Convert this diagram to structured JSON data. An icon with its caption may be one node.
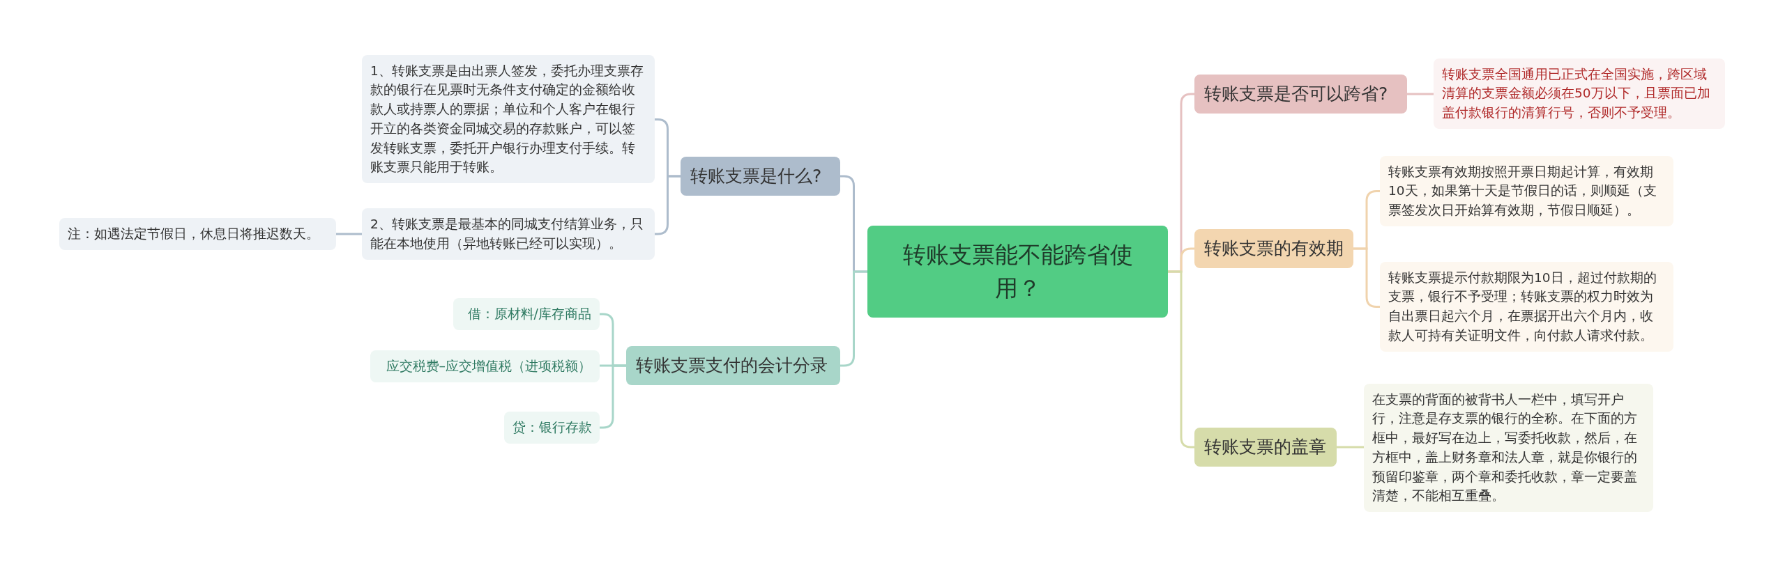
{
  "diagram": {
    "nodes": [
      {
        "text": [
          "转账支票能不能跨省使用？"
        ]
      },
      {
        "text": [
          "转账支票是否可以跨省?"
        ]
      },
      {
        "text": [
          "转账支票全国通用已正式在全国实施，跨区域清算的支票金额必须在50万以下，且票面已加盖付款银行的清算行号，否则不予受理。"
        ]
      },
      {
        "text": [
          "转账支票的有效期"
        ]
      },
      {
        "text": [
          "转账支票有效期按照开票日期起计算，有效期10天，如果第十天是节假日的话，则顺延（支票签发次日开始算有效期，节假日顺延）。"
        ]
      },
      {
        "text": [
          "转账支票提示付款期限为10日，超过付款期的支票，银行不予受理；转账支票的权力时效为自出票日起六个月，在票据开出六个月内，收款人可持有关证明文件，向付款人请求付款。"
        ]
      },
      {
        "text": [
          "转账支票的盖章"
        ]
      },
      {
        "text": [
          "在支票的背面的被背书人一栏中，填写开户行，注意是存支票的银行的全称。在下面的方框中，最好写在边上，写委托收款，然后，在方框中，盖上财务章和法人章，就是你银行的预留印鉴章，两个章和委托收款，章一定要盖清楚，不能相互重叠。"
        ]
      },
      {
        "text": [
          "转账支票是什么?"
        ]
      },
      {
        "text": [
          "1、转账支票是由出票人签发，委托办理支票存款的银行在见票时无条件支付确定的金额给收款人或持票人的票据；单位和个人客户在银行开立的各类资金同城交易的存款账户，可以签发转账支票，委托开户银行办理支付手续。转账支票只能用于转账。"
        ]
      },
      {
        "text": [
          "2、转账支票是最基本的同城支付结算业务，只能在本地使用（异地转账已经可以实现）。"
        ]
      },
      {
        "text": [
          "注：如遇法定节假日，休息日将推迟数天。"
        ]
      },
      {
        "text": [
          "转账支票支付的会计分录"
        ]
      },
      {
        "text": [
          "借：原材料/库存商品"
        ]
      },
      {
        "text": [
          "应交税费–应交增值税（进项税额）"
        ]
      },
      {
        "text": [
          "贷：银行存款"
        ]
      }
    ],
    "edges": [
      {
        "from": 0,
        "to": 1,
        "arrow": "none",
        "color": "#e6c1c1"
      },
      {
        "from": 1,
        "to": 2,
        "arrow": "none",
        "color": "#e6c1c1"
      },
      {
        "from": 0,
        "to": 3,
        "arrow": "none",
        "color": "#f0d3ad"
      },
      {
        "from": 3,
        "to": 4,
        "arrow": "none",
        "color": "#f0d3ad"
      },
      {
        "from": 3,
        "to": 5,
        "arrow": "none",
        "color": "#f0d3ad"
      },
      {
        "from": 0,
        "to": 6,
        "arrow": "none",
        "color": "#d6dcaa"
      },
      {
        "from": 6,
        "to": 7,
        "arrow": "none",
        "color": "#d6dcaa"
      },
      {
        "from": 0,
        "to": 8,
        "arrow": "none",
        "color": "#adbccc"
      },
      {
        "from": 8,
        "to": 9,
        "arrow": "none",
        "color": "#adbccc"
      },
      {
        "from": 8,
        "to": 10,
        "arrow": "none",
        "color": "#adbccc"
      },
      {
        "from": 10,
        "to": 11,
        "arrow": "none",
        "color": "#adbccc"
      },
      {
        "from": 0,
        "to": 12,
        "arrow": "none",
        "color": "#a8d6c9"
      },
      {
        "from": 12,
        "to": 13,
        "arrow": "none",
        "color": "#a8d6c9"
      },
      {
        "from": 12,
        "to": 14,
        "arrow": "none",
        "color": "#a8d6c9"
      },
      {
        "from": 12,
        "to": 15,
        "arrow": "none",
        "color": "#a8d6c9"
      }
    ]
  }
}
